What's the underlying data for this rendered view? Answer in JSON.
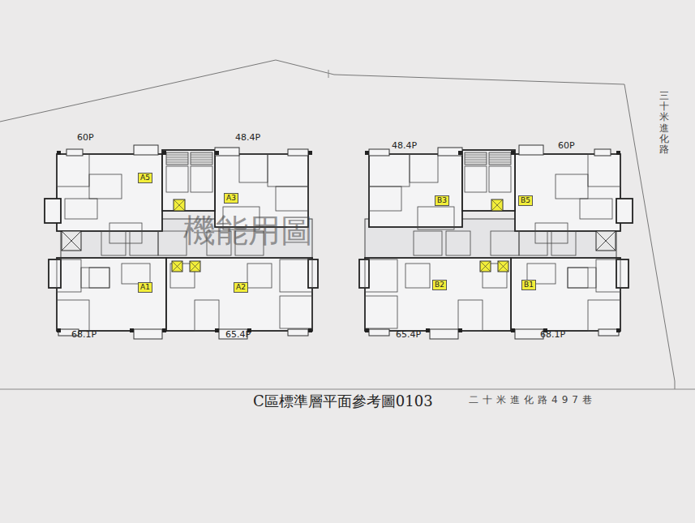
{
  "diagram": {
    "caption": "C區標準層平面參考圖0103",
    "nodes": [
      {
        "text": [
          "A5"
        ]
      },
      {
        "text": [
          "A3"
        ]
      },
      {
        "text": [
          "B3"
        ]
      },
      {
        "text": [
          "B5"
        ]
      },
      {
        "text": [
          "A1"
        ]
      },
      {
        "text": [
          "A2"
        ]
      },
      {
        "text": [
          "B2"
        ]
      },
      {
        "text": [
          "B1"
        ]
      }
    ],
    "edges": [],
    "labels": [
      "60P",
      "48.4P",
      "48.4P",
      "60P",
      "機能用圖",
      "68.1P",
      "65.4P",
      "65.4P",
      "68.1P",
      "三十米進化路",
      "二十米進化路497巷"
    ]
  }
}
